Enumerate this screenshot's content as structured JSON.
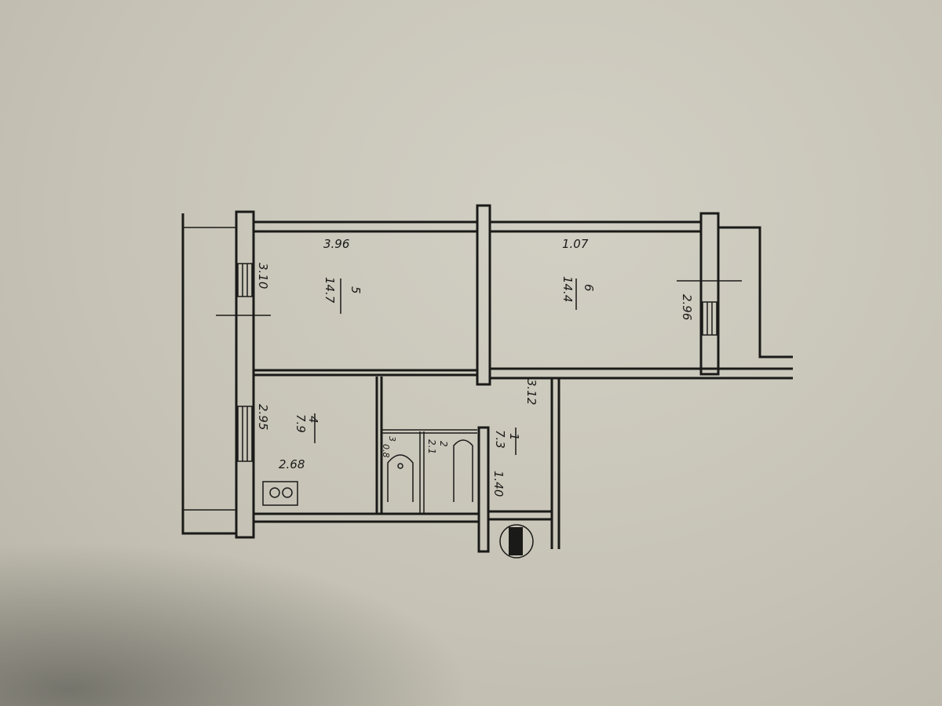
{
  "rooms": [
    {
      "number": "5",
      "area": "14.7",
      "width": "3.96",
      "depth": "3.10"
    },
    {
      "number": "6",
      "area": "14.4",
      "width": "1.07",
      "depth": "2.96"
    },
    {
      "number": "4",
      "area": "7.9",
      "width": "2.68",
      "depth": "2.95"
    },
    {
      "number": "3",
      "area": "0.8"
    },
    {
      "number": "2",
      "area": "2.1"
    },
    {
      "number": "1",
      "area": "7.3",
      "width": "1.40",
      "depth": "3.12"
    }
  ]
}
